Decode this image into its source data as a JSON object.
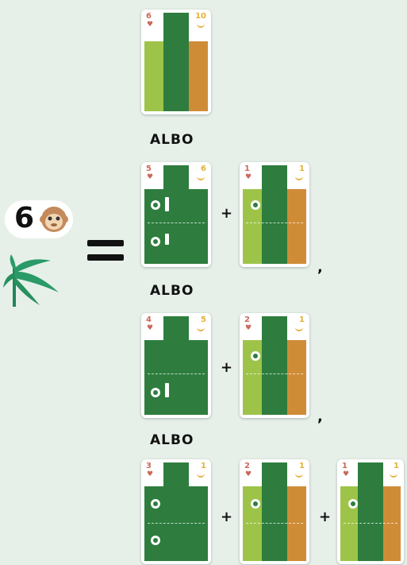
{
  "connector": "ALBO",
  "plus": "+",
  "comma": ",",
  "equals": "=",
  "target": {
    "value": "6",
    "icon": "monkey-face-icon"
  },
  "plant_icon": "palm-leaf-icon",
  "cards": {
    "c6": {
      "number": "6",
      "bananas": "10"
    },
    "c5": {
      "number": "5",
      "bananas": "6"
    },
    "c1a": {
      "number": "1",
      "bananas": "1"
    },
    "c4": {
      "number": "4",
      "bananas": "5"
    },
    "c2a": {
      "number": "2",
      "bananas": "1"
    },
    "c3": {
      "number": "3",
      "bananas": "1"
    },
    "c2b": {
      "number": "2",
      "bananas": "1"
    },
    "c1b": {
      "number": "1",
      "bananas": "1"
    }
  },
  "colors": {
    "background": "#e6f0e9",
    "jungle": "#2e7d3e",
    "lime": "#9dc449",
    "orange": "#cf8c37",
    "suit": "#c96a5a",
    "banana": "#e3b13a"
  }
}
